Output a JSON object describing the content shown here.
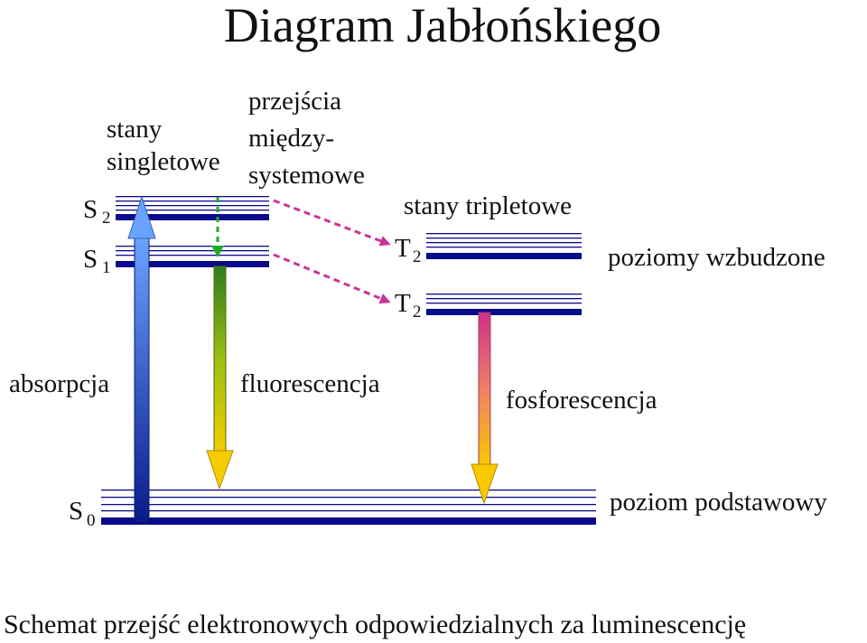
{
  "title": "Diagram Jabłońskiego",
  "caption": "Schemat przejść elektronowych odpowiedzialnych za luminescencję",
  "labels": {
    "singlet_line1": "stany",
    "singlet_line2": "singletowe",
    "isc_line1": "przejścia",
    "isc_line2": "między-",
    "isc_line3": "systemowe",
    "triplet": "stany tripletowe",
    "excited": "poziomy wzbudzone",
    "ground": "poziom podstawowy"
  },
  "states": {
    "s2": {
      "letter": "S",
      "sub": "2"
    },
    "s1": {
      "letter": "S",
      "sub": "1"
    },
    "s0": {
      "letter": "S",
      "sub": "0"
    },
    "t_upper": {
      "letter": "T",
      "sub": "2"
    },
    "t_lower": {
      "letter": "T",
      "sub": "2"
    }
  },
  "processes": {
    "absorption": "absorpcja",
    "fluorescence": "fluorescencja",
    "phosphorescence": "fosforescencja"
  },
  "colors": {
    "level": "#0a0a8c",
    "absorption_top": "#6aa3ff",
    "absorption_bottom": "#0a1a8a",
    "fluorescence_top": "#2e7d1e",
    "fluorescence_bottom": "#f5cc00",
    "phosphorescence_top": "#d0308a",
    "phosphorescence_bottom": "#f8c800",
    "relaxation": "#22aa22",
    "isc": "#cc3399"
  }
}
